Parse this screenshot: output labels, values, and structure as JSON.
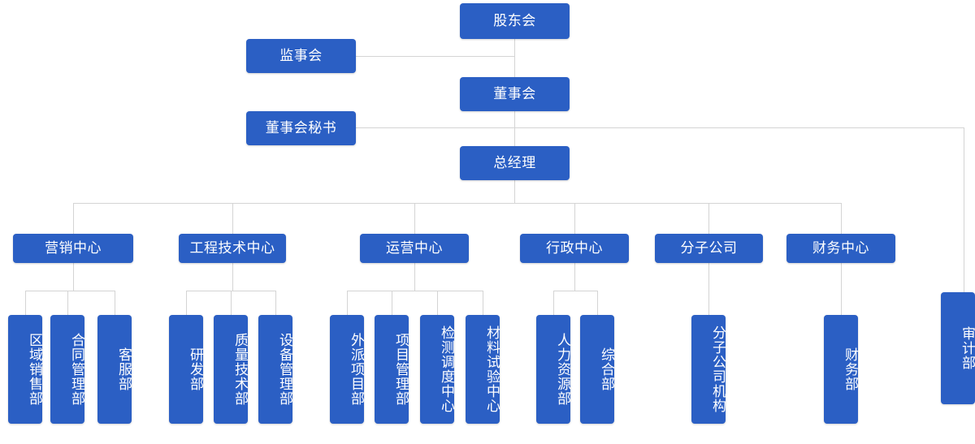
{
  "chart_data": {
    "type": "diagram",
    "diagram_kind": "organization-chart",
    "title": "",
    "orientation": "top-down",
    "accent_color": "#2B5FC4",
    "line_color": "#d4d4d4",
    "background": "#ffffff",
    "nodes": [
      {
        "id": "shareholders",
        "label": "股东会",
        "level": 0,
        "text_orientation": "horizontal"
      },
      {
        "id": "supervisors",
        "label": "监事会",
        "level": 1,
        "text_orientation": "horizontal"
      },
      {
        "id": "board",
        "label": "董事会",
        "level": 1,
        "text_orientation": "horizontal"
      },
      {
        "id": "board-secretary",
        "label": "董事会秘书",
        "level": 2,
        "text_orientation": "horizontal"
      },
      {
        "id": "general-manager",
        "label": "总经理",
        "level": 2,
        "text_orientation": "horizontal"
      },
      {
        "id": "audit",
        "label": "审计部",
        "level": 3,
        "text_orientation": "vertical"
      },
      {
        "id": "marketing-center",
        "label": "营销中心",
        "level": 3,
        "text_orientation": "horizontal"
      },
      {
        "id": "engineering-center",
        "label": "工程技术中心",
        "level": 3,
        "text_orientation": "horizontal"
      },
      {
        "id": "operations-center",
        "label": "运营中心",
        "level": 3,
        "text_orientation": "horizontal"
      },
      {
        "id": "admin-center",
        "label": "行政中心",
        "level": 3,
        "text_orientation": "horizontal"
      },
      {
        "id": "subsidiary-company",
        "label": "分子公司",
        "level": 3,
        "text_orientation": "horizontal"
      },
      {
        "id": "finance-center",
        "label": "财务中心",
        "level": 3,
        "text_orientation": "horizontal"
      },
      {
        "id": "regional-sales",
        "label": "区域销售部",
        "level": 4,
        "text_orientation": "vertical"
      },
      {
        "id": "contract-management",
        "label": "合同管理部",
        "level": 4,
        "text_orientation": "vertical"
      },
      {
        "id": "customer-service",
        "label": "客服部",
        "level": 4,
        "text_orientation": "vertical"
      },
      {
        "id": "rnd",
        "label": "研发部",
        "level": 4,
        "text_orientation": "vertical"
      },
      {
        "id": "quality-tech",
        "label": "质量技术部",
        "level": 4,
        "text_orientation": "vertical"
      },
      {
        "id": "equipment-management",
        "label": "设备管理部",
        "level": 4,
        "text_orientation": "vertical"
      },
      {
        "id": "outsourced-project",
        "label": "外派项目部",
        "level": 4,
        "text_orientation": "vertical"
      },
      {
        "id": "project-management",
        "label": "项目管理部",
        "level": 4,
        "text_orientation": "vertical"
      },
      {
        "id": "inspection-dispatch",
        "label": "检测调度中心",
        "level": 4,
        "text_orientation": "vertical"
      },
      {
        "id": "material-testing",
        "label": "材料试验中心",
        "level": 4,
        "text_orientation": "vertical"
      },
      {
        "id": "human-resources",
        "label": "人力资源部",
        "level": 4,
        "text_orientation": "vertical"
      },
      {
        "id": "general-affairs",
        "label": "综合部",
        "level": 4,
        "text_orientation": "vertical"
      },
      {
        "id": "subsidiary-institutions",
        "label": "分子公司机构",
        "level": 4,
        "text_orientation": "vertical"
      },
      {
        "id": "finance-dept",
        "label": "财务部",
        "level": 4,
        "text_orientation": "vertical"
      }
    ],
    "edges": [
      {
        "from": "shareholders",
        "to": "board"
      },
      {
        "from": "shareholders",
        "to": "supervisors"
      },
      {
        "from": "board",
        "to": "general-manager"
      },
      {
        "from": "board",
        "to": "board-secretary"
      },
      {
        "from": "board",
        "to": "audit"
      },
      {
        "from": "general-manager",
        "to": "marketing-center"
      },
      {
        "from": "general-manager",
        "to": "engineering-center"
      },
      {
        "from": "general-manager",
        "to": "operations-center"
      },
      {
        "from": "general-manager",
        "to": "admin-center"
      },
      {
        "from": "general-manager",
        "to": "subsidiary-company"
      },
      {
        "from": "general-manager",
        "to": "finance-center"
      },
      {
        "from": "marketing-center",
        "to": "regional-sales"
      },
      {
        "from": "marketing-center",
        "to": "contract-management"
      },
      {
        "from": "marketing-center",
        "to": "customer-service"
      },
      {
        "from": "engineering-center",
        "to": "rnd"
      },
      {
        "from": "engineering-center",
        "to": "quality-tech"
      },
      {
        "from": "engineering-center",
        "to": "equipment-management"
      },
      {
        "from": "operations-center",
        "to": "outsourced-project"
      },
      {
        "from": "operations-center",
        "to": "project-management"
      },
      {
        "from": "operations-center",
        "to": "inspection-dispatch"
      },
      {
        "from": "operations-center",
        "to": "material-testing"
      },
      {
        "from": "admin-center",
        "to": "human-resources"
      },
      {
        "from": "admin-center",
        "to": "general-affairs"
      },
      {
        "from": "subsidiary-company",
        "to": "subsidiary-institutions"
      },
      {
        "from": "finance-center",
        "to": "finance-dept"
      }
    ]
  },
  "nodes": {
    "shareholders": "股东会",
    "supervisors": "监事会",
    "board": "董事会",
    "board_secretary": "董事会秘书",
    "general_manager": "总经理",
    "audit": "审计部",
    "marketing_center": "营销中心",
    "engineering_center": "工程技术中心",
    "operations_center": "运营中心",
    "admin_center": "行政中心",
    "subsidiary_company": "分子公司",
    "finance_center": "财务中心",
    "regional_sales": "区域销售部",
    "contract_management": "合同管理部",
    "customer_service": "客服部",
    "rnd": "研发部",
    "quality_tech": "质量技术部",
    "equipment_management": "设备管理部",
    "outsourced_project": "外派项目部",
    "project_management": "项目管理部",
    "inspection_dispatch": "检测调度中心",
    "material_testing": "材料试验中心",
    "human_resources": "人力资源部",
    "general_affairs": "综合部",
    "subsidiary_institutions": "分子公司机构",
    "finance_dept": "财务部"
  }
}
